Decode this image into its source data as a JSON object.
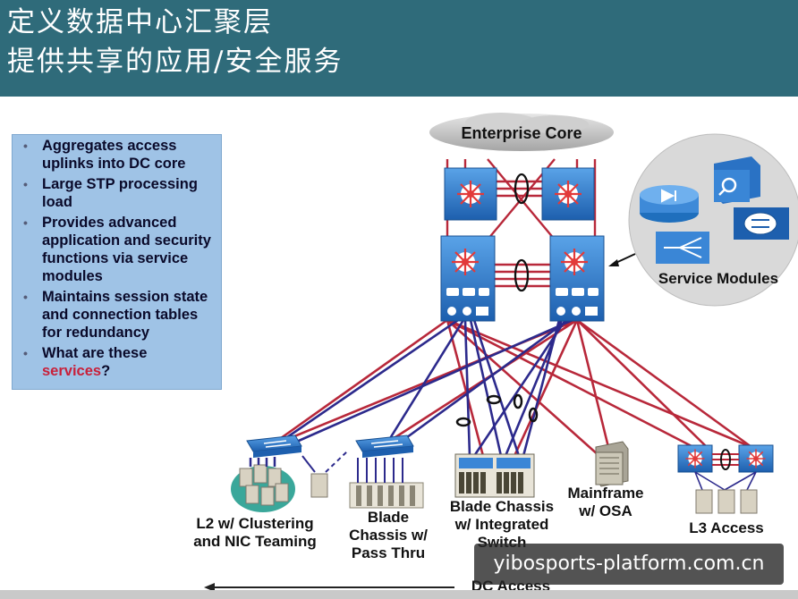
{
  "header": {
    "title_line1": "定义数据中心汇聚层",
    "title_line2": "提供共享的应用/安全服务",
    "background": "#2f6b7a"
  },
  "bullets": {
    "items": [
      {
        "text": "Aggregates access uplinks into DC core"
      },
      {
        "text": "Large STP processing load"
      },
      {
        "text": "Provides advanced application and security functions via service modules"
      },
      {
        "text": "Maintains session state and connection tables for redundancy"
      },
      {
        "text_prefix": "What are these ",
        "text_highlight": "services",
        "text_suffix": "?"
      }
    ],
    "highlight_color": "#c8203a"
  },
  "diagram": {
    "core_label": "Enterprise Core",
    "service_modules_label": "Service Modules",
    "labels": {
      "l2": "L2 w/ Clustering and NIC Teaming",
      "blade_pass": "Blade Chassis w/ Pass Thru",
      "blade_integrated": "Blade Chassis w/ Integrated Switch",
      "mainframe": "Mainframe w/ OSA",
      "l3": "L3 Access",
      "dc_access": "DC Access"
    },
    "colors": {
      "red_link": "#b8283a",
      "blue_link": "#2c2a8c",
      "switch": "#2f77c7",
      "router_accent": "#e23a3a"
    }
  },
  "watermark": "yibosports-platform.com.cn"
}
